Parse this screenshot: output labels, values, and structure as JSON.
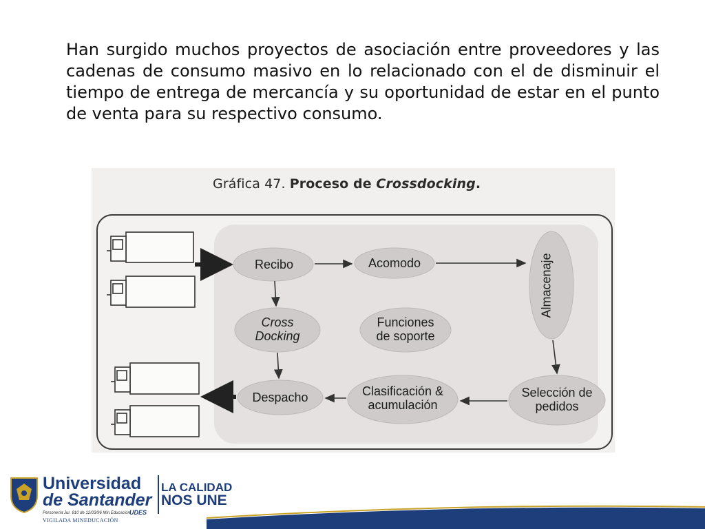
{
  "body_text": "Han surgido muchos proyectos de asociación entre proveedores y las cadenas de consumo masivo en lo relacionado con el de disminuir el tiempo de entrega de mercancía y su oportunidad de estar en el punto de venta para su respectivo consumo.",
  "figure": {
    "number": "Gráfica 47.",
    "name_prefix": "Proceso de ",
    "name_italic": "Crossdocking",
    "name_suffix": ".",
    "nodes": {
      "recibo": "Recibo",
      "acomodo": "Acomodo",
      "almacenaje": "Almacenaje",
      "cross_line1": "Cross",
      "cross_line2": "Docking",
      "funciones_line1": "Funciones",
      "funciones_line2": "de soporte",
      "seleccion_line1": "Selección de",
      "seleccion_line2": "pedidos",
      "clasificacion_line1": "Clasificación &",
      "clasificacion_line2": "acumulación",
      "despacho": "Despacho"
    }
  },
  "footer": {
    "university_line1": "Universidad",
    "university_line2": "de Santander",
    "abbrev": "UDES",
    "slogan_line1": "LA CALIDAD",
    "slogan_line2": "NOS UNE",
    "legal_text": "Personería Jur. 810 de 12/03/96 Min.Educación",
    "vigilada": "VIGILADA MINEDUCACIÓN",
    "colors": {
      "brand_blue": "#1d3e7a",
      "gold": "#c9a227"
    }
  },
  "colors": {
    "node_fill": "#cfcbcb",
    "panel_fill": "#e4e1e0",
    "arrow": "#333333"
  }
}
